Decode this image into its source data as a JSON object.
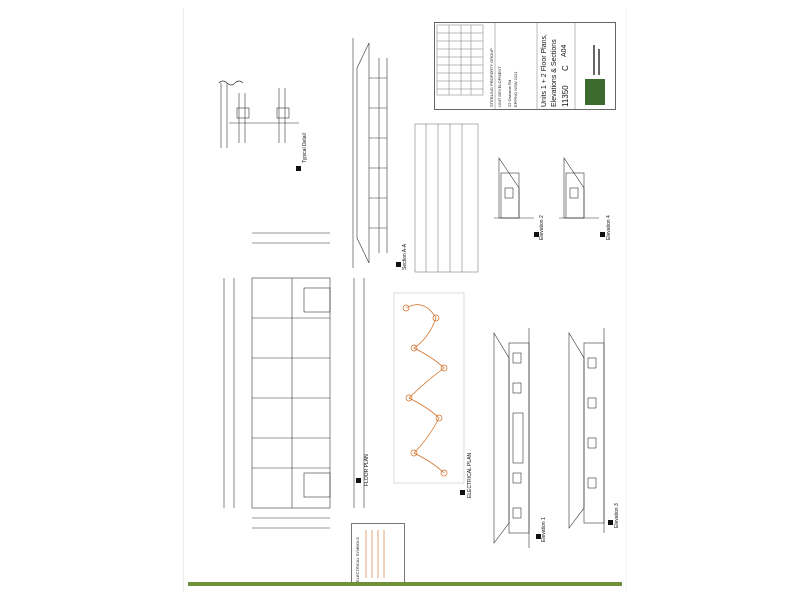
{
  "title_block": {
    "client": "STERLING PROPERTY GROUP",
    "project": "UNIT DEVELOPMENT",
    "address_1": "22 Osborne Rd",
    "address_2": "EPPING NSW 2121",
    "drawing_title_1": "Units 1 + 2 Floor Plans,",
    "drawing_title_2": "Elevations & Sections",
    "job_no": "11350",
    "revision": "C",
    "sheet_size": "A04"
  },
  "labels": {
    "typical_detail": "Typical Detail",
    "section_aa": "Section A-A",
    "elevation_2": "Elevation 2",
    "elevation_4": "Elevation 4",
    "floor_plan": "FLOOR PLAN",
    "electrical_plan": "ELECTRICAL PLAN",
    "elevation_1": "Elevation 1",
    "elevation_3": "Elevation 3",
    "electrical_legend": "ELECTRICAL SYMBOLS"
  },
  "colors": {
    "linework": "#333333",
    "electrical": "#d2691e",
    "brand_green": "#3d6b2f",
    "footer_bar": "#6f8f3a"
  }
}
